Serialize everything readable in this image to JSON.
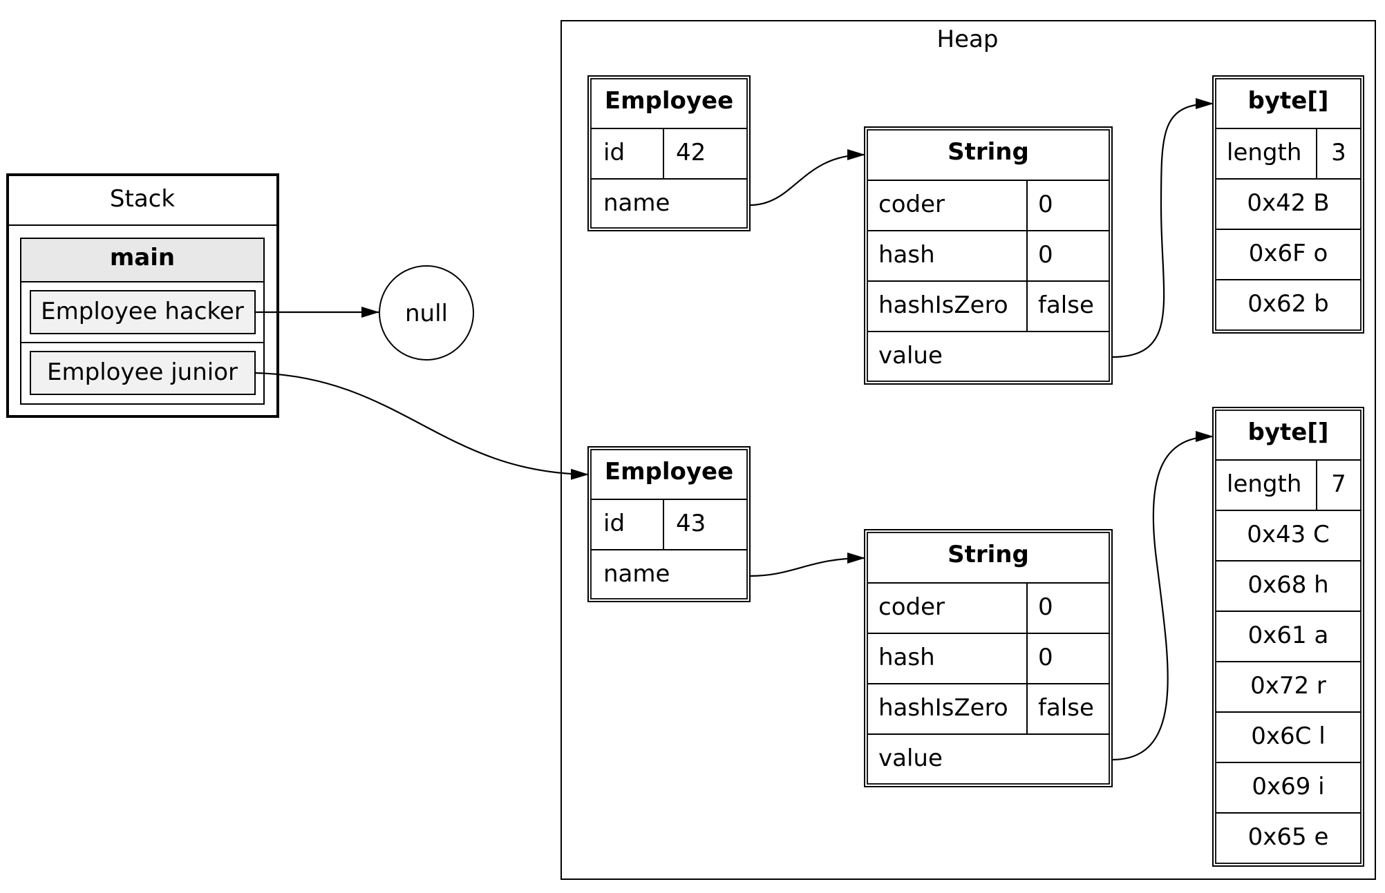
{
  "stack": {
    "title": "Stack",
    "frame": {
      "name": "main",
      "vars": [
        "Employee hacker",
        "Employee junior"
      ]
    }
  },
  "null_node": "null",
  "heap": {
    "title": "Heap",
    "employees": [
      {
        "class": "Employee",
        "fields": [
          {
            "name": "id",
            "value": "42"
          },
          {
            "name": "name",
            "value": ""
          }
        ]
      },
      {
        "class": "Employee",
        "fields": [
          {
            "name": "id",
            "value": "43"
          },
          {
            "name": "name",
            "value": ""
          }
        ]
      }
    ],
    "strings": [
      {
        "class": "String",
        "fields": [
          {
            "name": "coder",
            "value": "0"
          },
          {
            "name": "hash",
            "value": "0"
          },
          {
            "name": "hashIsZero",
            "value": "false"
          },
          {
            "name": "value",
            "value": ""
          }
        ]
      },
      {
        "class": "String",
        "fields": [
          {
            "name": "coder",
            "value": "0"
          },
          {
            "name": "hash",
            "value": "0"
          },
          {
            "name": "hashIsZero",
            "value": "false"
          },
          {
            "name": "value",
            "value": ""
          }
        ]
      }
    ],
    "byte_arrays": [
      {
        "class": "byte[]",
        "length_label": "length",
        "length": "3",
        "bytes": [
          "0x42 B",
          "0x6F o",
          "0x62 b"
        ]
      },
      {
        "class": "byte[]",
        "length_label": "length",
        "length": "7",
        "bytes": [
          "0x43 C",
          "0x68 h",
          "0x61 a",
          "0x72 r",
          "0x6C l",
          "0x69 i",
          "0x65 e"
        ]
      }
    ]
  }
}
